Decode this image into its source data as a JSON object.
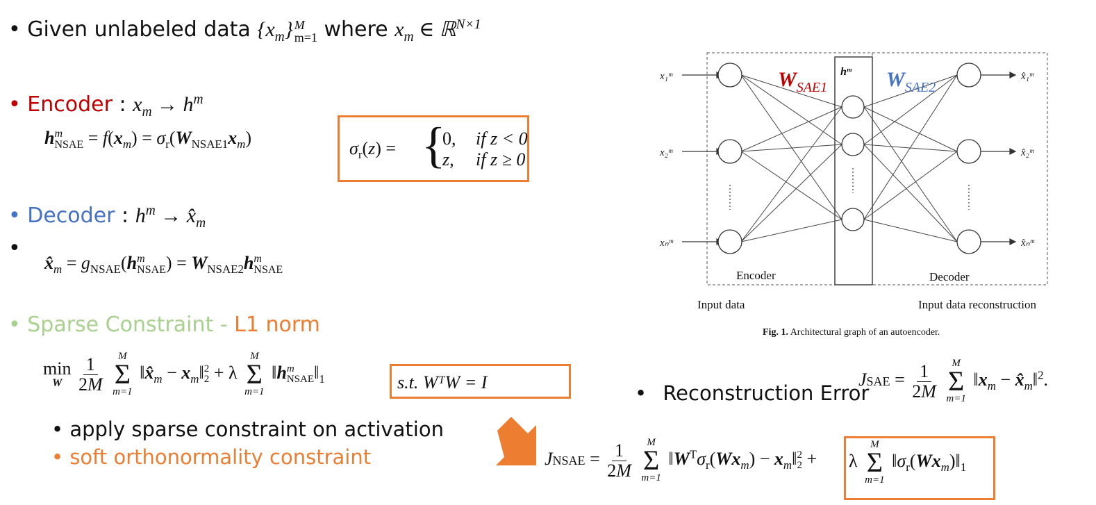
{
  "bullets": {
    "given": {
      "prefix": "Given unlabeled data",
      "set": "{x_m}",
      "sup": "M",
      "sub": "m=1",
      "where": "where",
      "member": "x_m ∈ ℝ",
      "dims": "N×1"
    },
    "encoder": {
      "label": "Encoder",
      "colon": ":",
      "map": "x_m → h^m"
    },
    "decoder": {
      "label": "Decoder",
      "colon": ":",
      "map": "h^m → x̂_m"
    },
    "sparse": {
      "label": "Sparse Constraint",
      "dash": "-",
      "norm": "L1 norm"
    },
    "sub_bullets": [
      {
        "text": "apply sparse constraint on activation",
        "color": "#111111"
      },
      {
        "text": "soft orthonormality constraint",
        "color": "#ed7d31"
      }
    ],
    "reconstruction": {
      "label": "Reconstruction Error"
    }
  },
  "formulas": {
    "encoder_eq": "h_NSAE^m = f(x_m) = σ_r(W_NSAE1 x_m)",
    "relu_def": {
      "lhs": "σ_r(z) =",
      "case1_val": "0,",
      "case1_cond": "if z < 0",
      "case2_val": "z,",
      "case2_cond": "if z ≥ 0"
    },
    "decoder_eq": "x̂_m = g_NSAE(h_NSAE^m) = W_NSAE2 h_NSAE^m",
    "objective": "min_W (1/2M) Σ ‖x̂_m − x_m‖₂² + λ Σ ‖h_NSAE^m‖₁",
    "constraint": "s.t.   WᵀW = I",
    "j_sae": "J_SAE = (1/2M) Σ ‖x_m − x̂_m‖².",
    "j_nsae": "J_NSAE = (1/2M) Σ ‖Wᵀσ_r(Wx_m) − x_m‖₂² + λ Σ ‖σ_r(Wx_m)‖₁"
  },
  "figure": {
    "inputs": [
      "x₁ᵐ",
      "x₂ᵐ",
      "xₙᵐ"
    ],
    "outputs": [
      "x̂₁ᵐ",
      "x̂₂ᵐ",
      "x̂ₙᵐ"
    ],
    "hidden_label": "hᵐ",
    "w1": "W_SAE1",
    "w2": "W_SAE2",
    "encoder_label": "Encoder",
    "decoder_label": "Decoder",
    "input_caption": "Input data",
    "output_caption": "Input data reconstruction",
    "caption_bold": "Fig. 1.",
    "caption_text": "Architectural graph of an autoencoder."
  },
  "colors": {
    "encoder": "#c00000",
    "decoder": "#4472c4",
    "sparse": "#a9d18e",
    "orange": "#ed7d31",
    "w1": "#c00000",
    "w2": "#4472c4"
  }
}
